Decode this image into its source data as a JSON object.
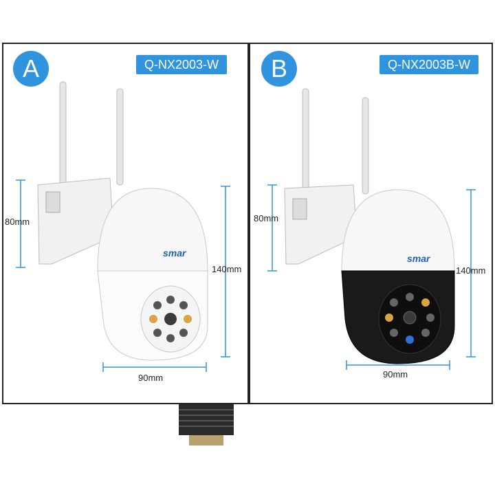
{
  "variants": [
    {
      "badge": "A",
      "model": "Q-NX2003-W",
      "brand": "smar",
      "body_color": "white",
      "dimensions": {
        "height_mount": "80mm",
        "height_total": "140mm",
        "width": "90mm"
      }
    },
    {
      "badge": "B",
      "model": "Q-NX2003B-W",
      "brand": "smar",
      "body_color": "black",
      "dimensions": {
        "height_mount": "80mm",
        "height_total": "140mm",
        "width": "90mm"
      }
    }
  ],
  "colors": {
    "accent": "#2f93de",
    "dimension_line": "#2f93de",
    "border": "#222222"
  }
}
